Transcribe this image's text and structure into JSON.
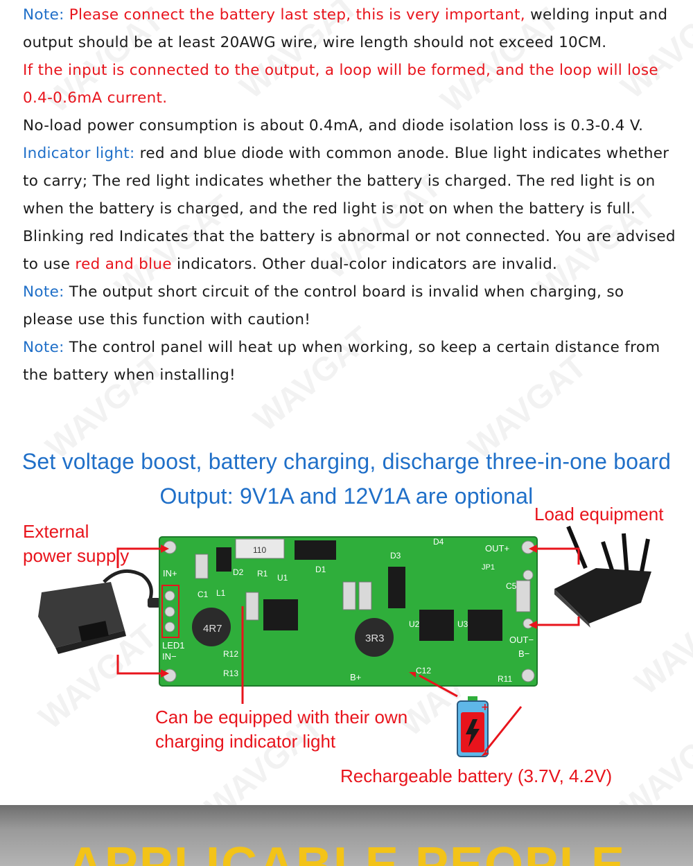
{
  "notes": [
    {
      "segments": [
        {
          "text": "Note: ",
          "color": "blue"
        },
        {
          "text": "Please connect the battery last step, this is very important, ",
          "color": "red"
        },
        {
          "text": "welding input and output should be at least 20AWG wire, wire length should not exceed 10CM.",
          "color": "dark"
        }
      ]
    },
    {
      "segments": [
        {
          "text": "If the input is connected to the output, a loop will be formed, and the loop will lose 0.4-0.6mA current.",
          "color": "red"
        }
      ]
    },
    {
      "segments": [
        {
          "text": "No-load power consumption is about 0.4mA, and diode isolation loss is 0.3-0.4 V.",
          "color": "dark"
        }
      ]
    },
    {
      "segments": [
        {
          "text": "Indicator light: ",
          "color": "blue"
        },
        {
          "text": "red and blue diode with common anode. Blue light indicates whether to carry; The red light indicates whether the battery is charged. The red light is on when the battery is charged, and the red light is not on when the battery is full. Blinking red Indicates that the battery is abnormal or not connected. You are advised to use ",
          "color": "dark"
        },
        {
          "text": "red and blue",
          "color": "red"
        },
        {
          "text": " indicators. Other dual-color indicators are invalid.",
          "color": "dark"
        }
      ]
    },
    {
      "segments": [
        {
          "text": "Note: ",
          "color": "blue"
        },
        {
          "text": "The output short circuit of the control board is invalid when charging, so please use this function with caution!",
          "color": "dark"
        }
      ]
    },
    {
      "segments": [
        {
          "text": "Note: ",
          "color": "blue"
        },
        {
          "text": "The control panel will heat up when working, so keep a certain distance from the battery when installing!",
          "color": "dark"
        }
      ]
    }
  ],
  "heading_main": "Set voltage boost, battery charging, discharge three-in-one board",
  "heading_sub": "Output: 9V1A and 12V1A are optional",
  "labels": {
    "external_power": "External power supply",
    "load": "Load equipment",
    "indicator": "Can be equipped with their own charging indicator light",
    "battery": "Rechargeable battery (3.7V, 4.2V)"
  },
  "board_silk": {
    "in_plus": "IN+",
    "in_minus": "IN−",
    "led1": "LED1",
    "out_plus": "OUT+",
    "out_minus": "OUT−",
    "b_plus": "B+",
    "b_minus": "B−",
    "inductor1": "4R7",
    "inductor2": "3R3",
    "d1": "D1",
    "d2": "D2",
    "d3": "D3",
    "d4": "D4",
    "r1": "R1",
    "u1": "U1",
    "u2": "U2",
    "u3": "U3",
    "l1": "L1",
    "c1": "C1",
    "c12": "C12",
    "r11": "R11",
    "r12": "R12",
    "r13": "R13",
    "jp1": "JP1",
    "c5": "C5",
    "res_code": "110"
  },
  "watermark": "WAVGAT",
  "banner_title": "APPLICABLE PEOPLE",
  "colors": {
    "blue": "#1f6fc8",
    "red": "#e8141c",
    "pcb": "#2fae3b",
    "banner": "#f3c318"
  }
}
